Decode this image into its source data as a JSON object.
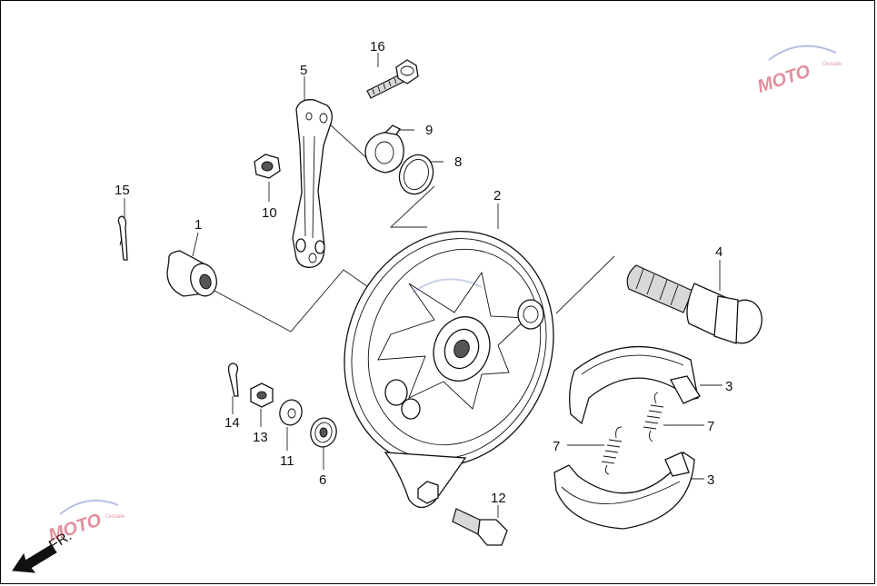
{
  "callouts": {
    "c1": "1",
    "c2": "2",
    "c3a": "3",
    "c3b": "3",
    "c4": "4",
    "c5": "5",
    "c6": "6",
    "c7a": "7",
    "c7b": "7",
    "c8": "8",
    "c9": "9",
    "c10": "10",
    "c11": "11",
    "c12": "12",
    "c13": "13",
    "c14": "14",
    "c15": "15",
    "c16": "16"
  },
  "direction_label": "FR.",
  "watermark": {
    "text": "MOTO",
    "sub": "Онлайн"
  },
  "colors": {
    "line": "#111111",
    "watermark": "#c8334a",
    "background": "#ffffff"
  }
}
